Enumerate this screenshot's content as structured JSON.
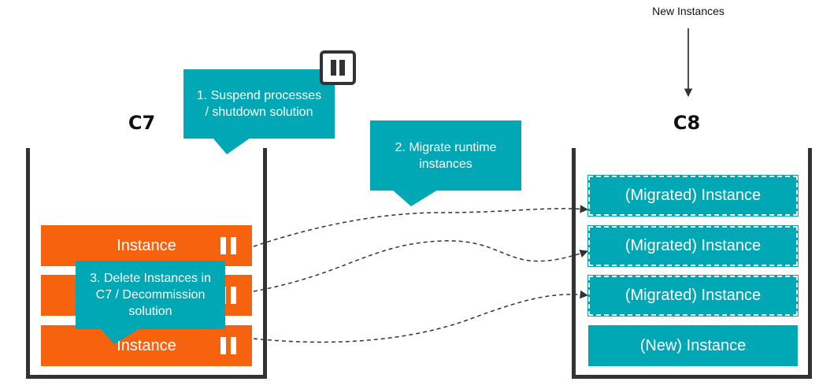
{
  "new_instances_label": "New Instances",
  "c7": {
    "title": "C7",
    "instances": [
      "Instance",
      "Instance",
      "Instance"
    ]
  },
  "c8": {
    "title": "C8",
    "instances": [
      "(Migrated) Instance",
      "(Migrated) Instance",
      "(Migrated) Instance",
      "(New) Instance"
    ]
  },
  "callouts": {
    "suspend": "1. Suspend processes / shutdown solution",
    "migrate": "2. Migrate runtime instances",
    "delete": "3. Delete Instances in C7 / Decommission solution"
  },
  "colors": {
    "c7_instance": "#f7620f",
    "c8_instance": "#00a7b5",
    "callout": "#00a7b5",
    "container": "#333333"
  },
  "icons": [
    "pause-icon",
    "arrow-down-icon"
  ]
}
